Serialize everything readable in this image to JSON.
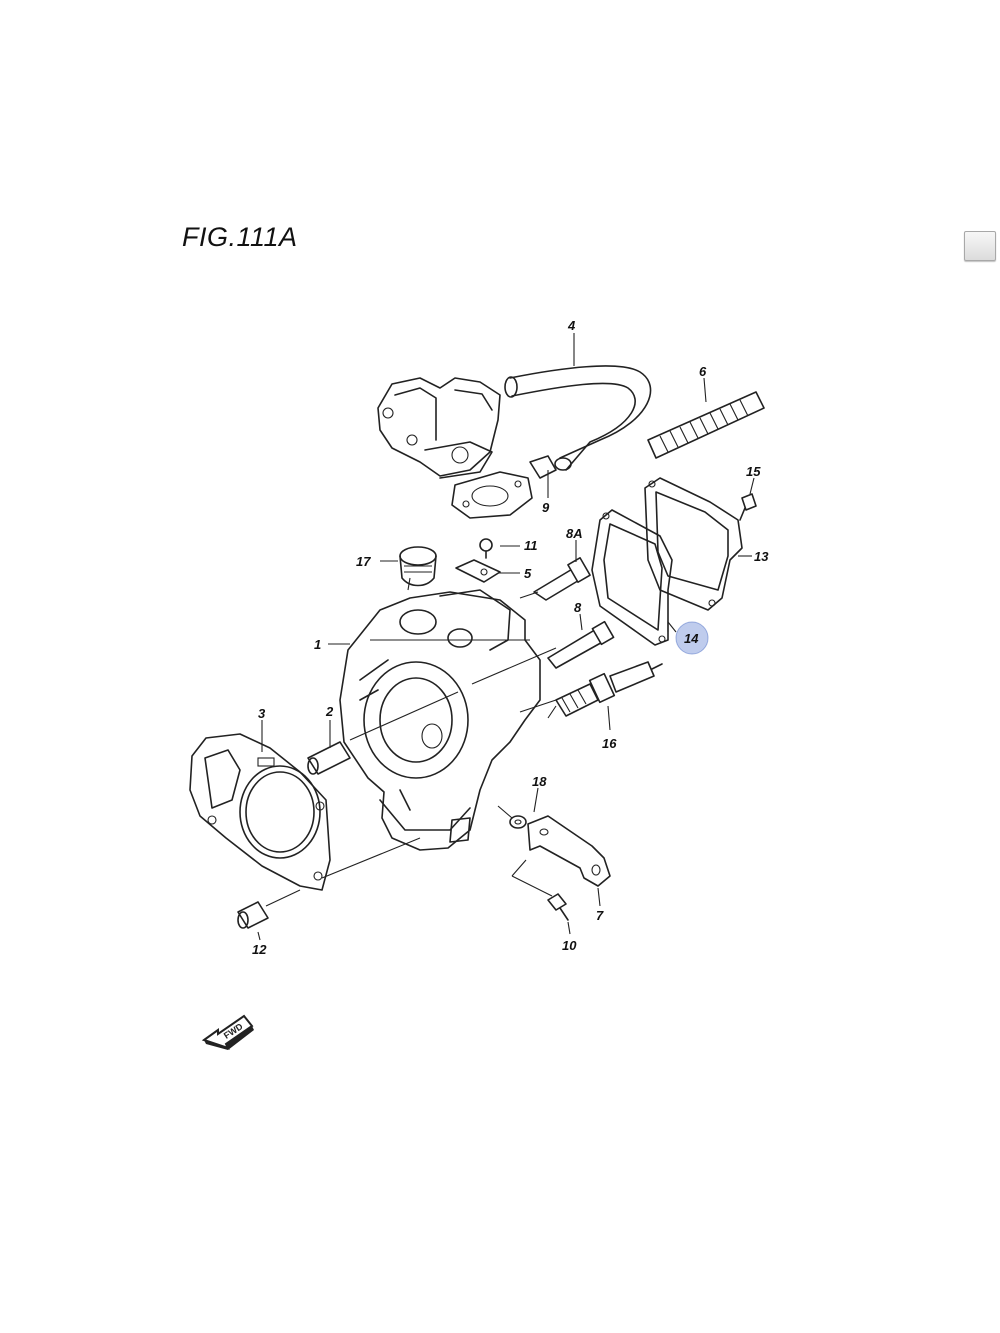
{
  "figure": {
    "title": "FIG.111A"
  },
  "callouts": {
    "c1": "1",
    "c2": "2",
    "c3": "3",
    "c4": "4",
    "c5": "5",
    "c6": "6",
    "c7": "7",
    "c8": "8",
    "c8a": "8A",
    "c9": "9",
    "c10": "10",
    "c11": "11",
    "c12": "12",
    "c13": "13",
    "c14": "14",
    "c15": "15",
    "c16": "16",
    "c17": "17",
    "c18": "18"
  },
  "highlight": {
    "callout": "14",
    "color": "#7b93d6"
  },
  "fwd_arrow": {
    "label": "FWD"
  }
}
